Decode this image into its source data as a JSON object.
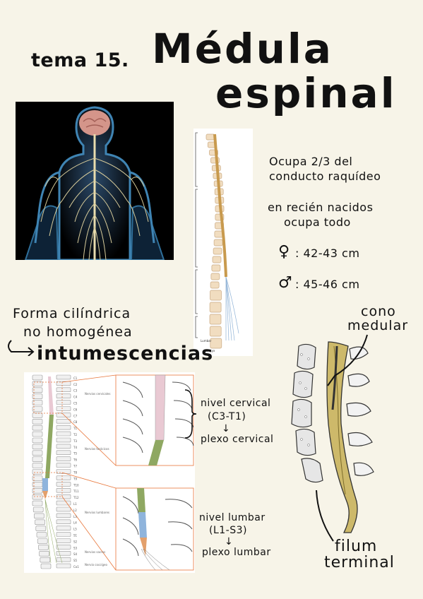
{
  "header": {
    "tema": "tema 15.",
    "title_line1": "Médula",
    "title_line2": "espinal"
  },
  "facts": {
    "ocupa_line1": "Ocupa 2/3 del",
    "ocupa_line2": "conducto raquídeo",
    "recien_line1": "en recién nacidos",
    "recien_line2": "ocupa todo",
    "female_symbol": "♀",
    "female_value": ": 42-43 cm",
    "male_symbol": "♂",
    "male_value": ": 45-46 cm"
  },
  "shape": {
    "forma_line1": "Forma cilíndrica",
    "forma_line2": "no homogénea",
    "intumescencias": "intumescencias"
  },
  "cervical": {
    "line1": "nivel cervical",
    "line2": "(C3-T1)",
    "arrow": "↓",
    "line3": "plexo cervical"
  },
  "lumbar": {
    "line1": "nivel lumbar",
    "line2": "(L1-S3)",
    "arrow": "↓",
    "line3": "plexo lumbar"
  },
  "cono": {
    "line1": "cono",
    "line2": "medular"
  },
  "filum": {
    "line1": "filum",
    "line2": "terminal"
  },
  "spine_figure": {
    "labels": [
      "C1",
      "C2",
      "C3",
      "C4",
      "C5",
      "C6",
      "C7",
      "C8",
      "T1",
      "T2",
      "T3",
      "T4",
      "T5",
      "T6",
      "T7",
      "T8",
      "T9",
      "T10",
      "T11",
      "T12",
      "L1",
      "L2",
      "L3",
      "L4",
      "L5",
      "S1",
      "S2",
      "S3",
      "S4",
      "S5",
      "Co1"
    ],
    "side_labels": [
      "Nervios cervicales",
      "Nervios torácicos",
      "Nervios lumbares",
      "Nervios sacros",
      "Nervio coccígeo"
    ]
  },
  "colors": {
    "background": "#f7f4e8",
    "cervical_enlargement": "#e9c9d3",
    "thoracic_cord": "#8fa862",
    "lumbar_enlargement": "#8fb4dc",
    "conus": "#e3a06c",
    "cord_yellow": "#d3b25a",
    "guide_lines": "#e8763a"
  }
}
